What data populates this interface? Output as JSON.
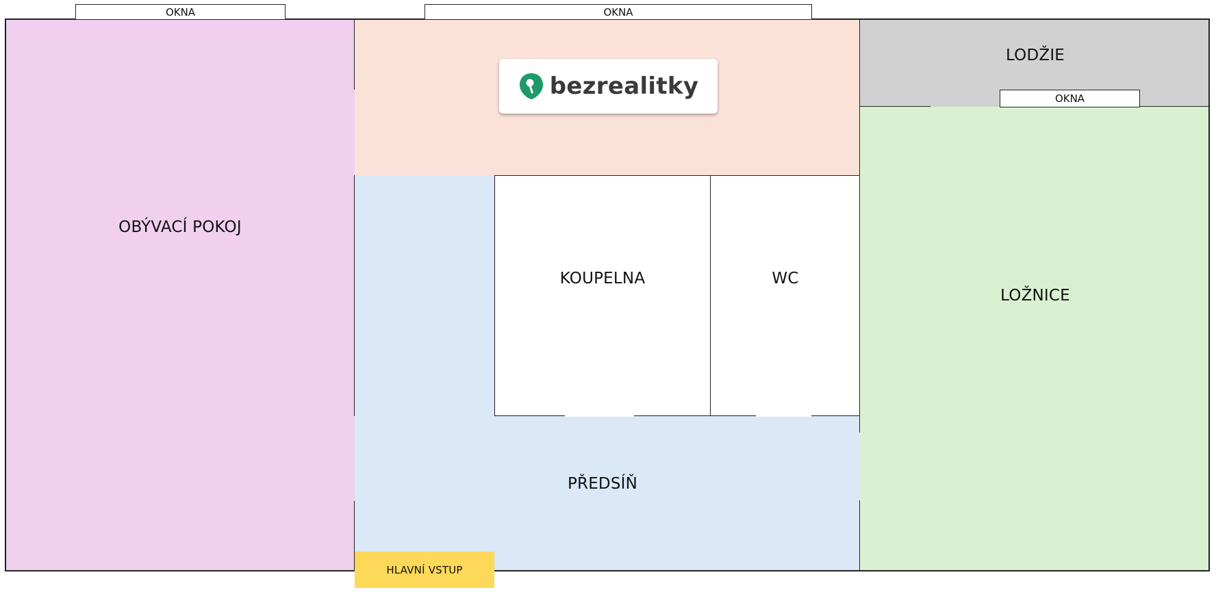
{
  "colors": {
    "living_room": "#f0d0ee",
    "kitchen": "#fbe2d8",
    "hallway": "#dae8f7",
    "loggia": "#d1d1d1",
    "bedroom": "#daf1d1",
    "entrance": "#fed859",
    "logo_green": "#1e9a6a",
    "outline": "#222222"
  },
  "windows": {
    "left": "OKNA",
    "middle": "OKNA",
    "loggia": "OKNA"
  },
  "rooms": {
    "living_room": "OBÝVACÍ POKOJ",
    "bathroom": "KOUPELNA",
    "wc": "WC",
    "hallway": "PŘEDSÍŇ",
    "loggia": "LODŽIE",
    "bedroom": "LOŽNICE",
    "entrance": "HLAVNÍ VSTUP"
  },
  "logo": {
    "text": "bezrealitky",
    "icon": "key-pin-icon"
  }
}
